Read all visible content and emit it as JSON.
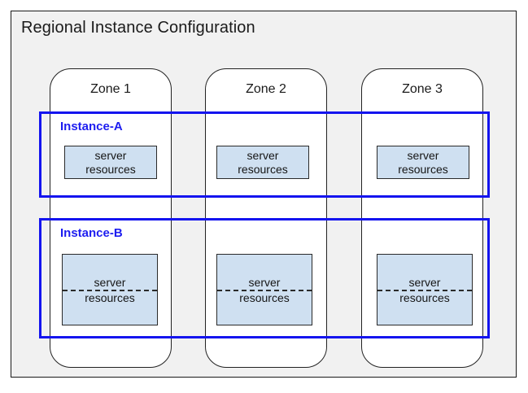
{
  "diagram": {
    "title": "Regional Instance Configuration",
    "colors": {
      "panel_background": "#f1f1f1",
      "panel_border": "#1a1a1a",
      "zone_fill": "#ffffff",
      "zone_border": "#222222",
      "instance_border": "#1414ef",
      "instance_label": "#1d1df0",
      "resource_fill": "#cfe0f1",
      "resource_border": "#2a2a2a",
      "text": "#1a1a1a"
    },
    "zones": [
      {
        "label": "Zone 1"
      },
      {
        "label": "Zone 2"
      },
      {
        "label": "Zone 3"
      }
    ],
    "instances": [
      {
        "label": "Instance-A",
        "style": "solid",
        "resources": [
          {
            "line_top": "server",
            "line_bottom": "resources"
          },
          {
            "line_top": "server",
            "line_bottom": "resources"
          },
          {
            "line_top": "server",
            "line_bottom": "resources"
          }
        ]
      },
      {
        "label": "Instance-B",
        "style": "dashed-split",
        "resources": [
          {
            "line_top": "server",
            "line_bottom": "resources"
          },
          {
            "line_top": "server",
            "line_bottom": "resources"
          },
          {
            "line_top": "server",
            "line_bottom": "resources"
          }
        ]
      }
    ]
  }
}
